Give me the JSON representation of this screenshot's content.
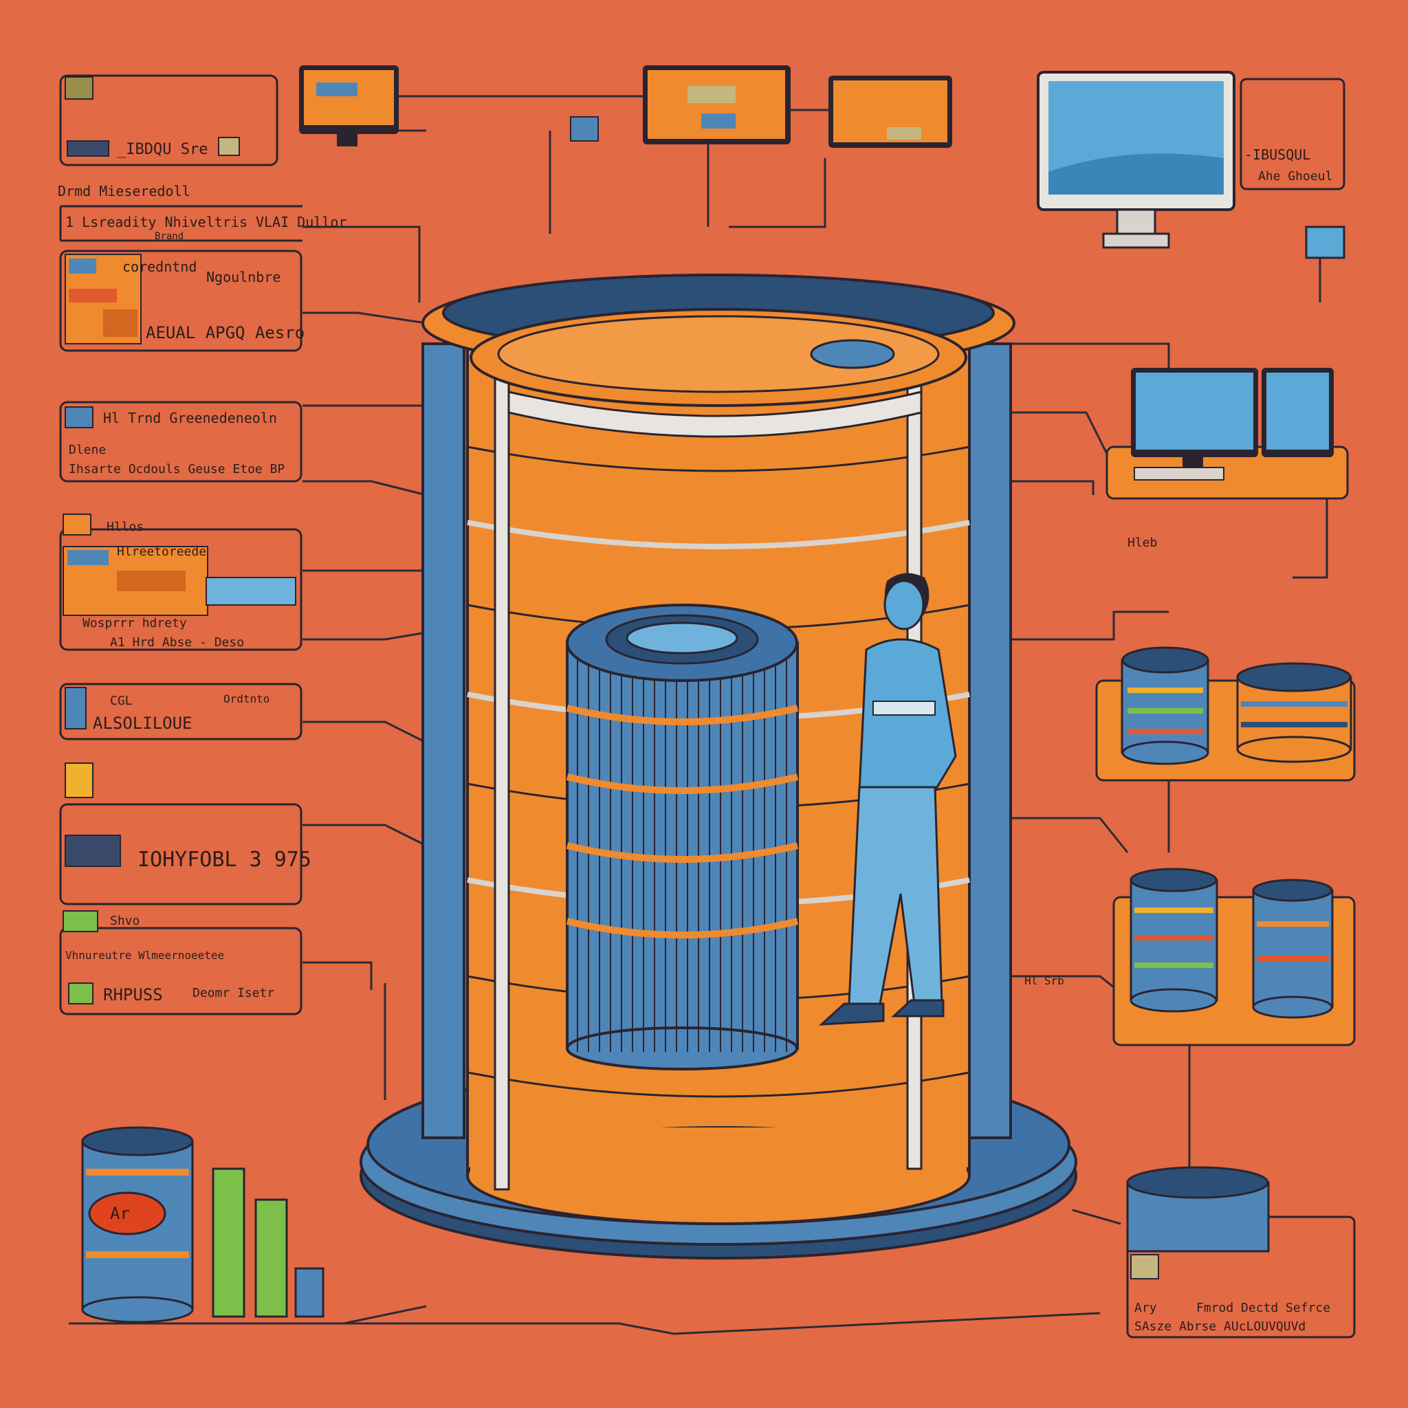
{
  "colors": {
    "background": "#e26a45",
    "orange": "#f08a2e",
    "orange_dark": "#d4661f",
    "blue": "#4f86b8",
    "blue_light": "#6fb3dc",
    "navy": "#2c4f78",
    "ink": "#2b1d1a",
    "green": "#7cc04a"
  },
  "icons": {
    "central": "database-cylinder-icon",
    "person": "person-icon",
    "monitor": "monitor-icon",
    "storage": "disk-stack-icon",
    "chart": "bar-chart-icon"
  },
  "panels_left": [
    {
      "line1": "_IBDQU  Sre"
    },
    {
      "line1": "Drmd  Mieseredoll",
      "line2": "1 Lsreadity Nhiveltris  VLAI Dullor",
      "line3": "Brand"
    },
    {
      "line1": "coredntnd",
      "line2": "Ngoulnbre",
      "line3": "AEUAL  APGQ  Aesro"
    },
    {
      "line1": "Hl  Trnd  Greenedeneoln",
      "line2": "Dlene",
      "line3": "Ihsarte  Ocdouls  Geuse  Etoe  BP"
    },
    {
      "line1": "Hllos",
      "line2": "Hlreetoreede",
      "line3": "Wosprrr  hdrety",
      "line4": "A1 Hrd  Abse  -  Deso"
    },
    {
      "line1": "CGL",
      "line2": "ALSOLILOUE",
      "line3": "Ordtnto"
    },
    {
      "line1": "IOHYFOBL  3 975"
    },
    {
      "line1": "Shvo",
      "line2": "Vhnureutre  Wlmeernoeetee",
      "line3": "RHPUSS",
      "line4": "Deomr  Isetr"
    }
  ],
  "panels_right": [
    {
      "line1": "-IBUSQUL",
      "line2": "Ahe  Ghoeul"
    },
    {
      "line1": "Hleb"
    },
    {
      "line1": "Hl  Srb"
    }
  ],
  "bottom_right": {
    "line1": "Ary",
    "line2": "Fmrod  Dectd  Sefrce",
    "line3": "SAsze  Abrse  AUcLOUVQUVd"
  },
  "chart_badge": "Ar"
}
